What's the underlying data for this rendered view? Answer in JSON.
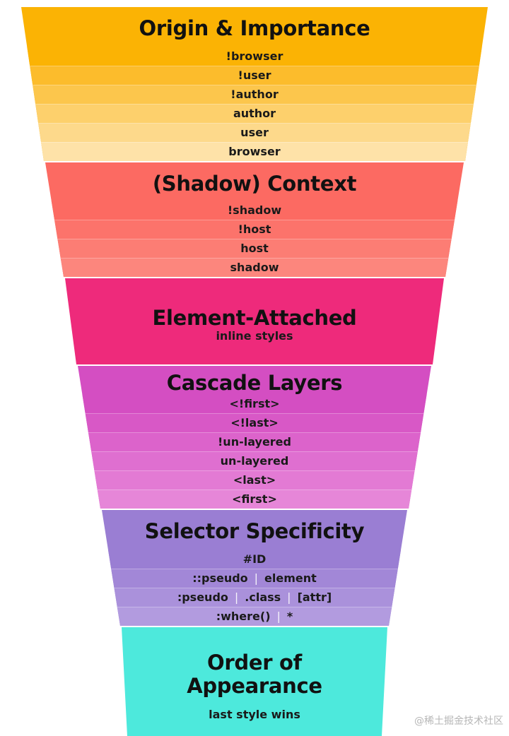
{
  "sections": [
    {
      "id": "origin-importance",
      "title": "Origin & Importance",
      "subtitle": "",
      "colors": [
        "#fbb304",
        "#fcbc2c",
        "#fcc64c",
        "#fdd06c",
        "#fdd98b",
        "#fee2a8"
      ],
      "items": [
        [
          "!browser"
        ],
        [
          "!user"
        ],
        [
          "!author"
        ],
        [
          "author"
        ],
        [
          "user"
        ],
        [
          "browser"
        ]
      ]
    },
    {
      "id": "shadow-context",
      "title": "(Shadow) Context",
      "subtitle": "",
      "colors": [
        "#fc6a62",
        "#fc736b",
        "#fc7d74",
        "#fc867d"
      ],
      "items": [
        [
          "!shadow"
        ],
        [
          "!host"
        ],
        [
          "host"
        ],
        [
          "shadow"
        ]
      ]
    },
    {
      "id": "element-attached",
      "title": "Element-Attached",
      "subtitle": "inline styles",
      "colors": [
        "#ee2a7b"
      ],
      "items": []
    },
    {
      "id": "cascade-layers",
      "title": "Cascade Layers",
      "subtitle": "",
      "colors": [
        "#d44ec2",
        "#d858c6",
        "#dc63cb",
        "#df6fd0",
        "#e37ad4",
        "#e686d8"
      ],
      "items": [
        [
          "<!first>"
        ],
        [
          "<!last>"
        ],
        [
          "!un-layered"
        ],
        [
          "un-layered"
        ],
        [
          "<last>"
        ],
        [
          "<first>"
        ]
      ]
    },
    {
      "id": "selector-specificity",
      "title": "Selector Specificity",
      "subtitle": "",
      "colors": [
        "#9a7ed3",
        "#a287d7",
        "#aa91db",
        "#b29bdf"
      ],
      "items": [
        [
          "#ID"
        ],
        [
          "::pseudo",
          "element"
        ],
        [
          ":pseudo",
          ".class",
          "[attr]"
        ],
        [
          ":where()",
          "*"
        ]
      ]
    },
    {
      "id": "order-of-appearance",
      "title": "Order of\nAppearance",
      "subtitle": "last style wins",
      "colors": [
        "#4de9dc"
      ],
      "items": []
    }
  ],
  "separator_glyph": "|",
  "watermark": "@稀土掘金技术社区"
}
